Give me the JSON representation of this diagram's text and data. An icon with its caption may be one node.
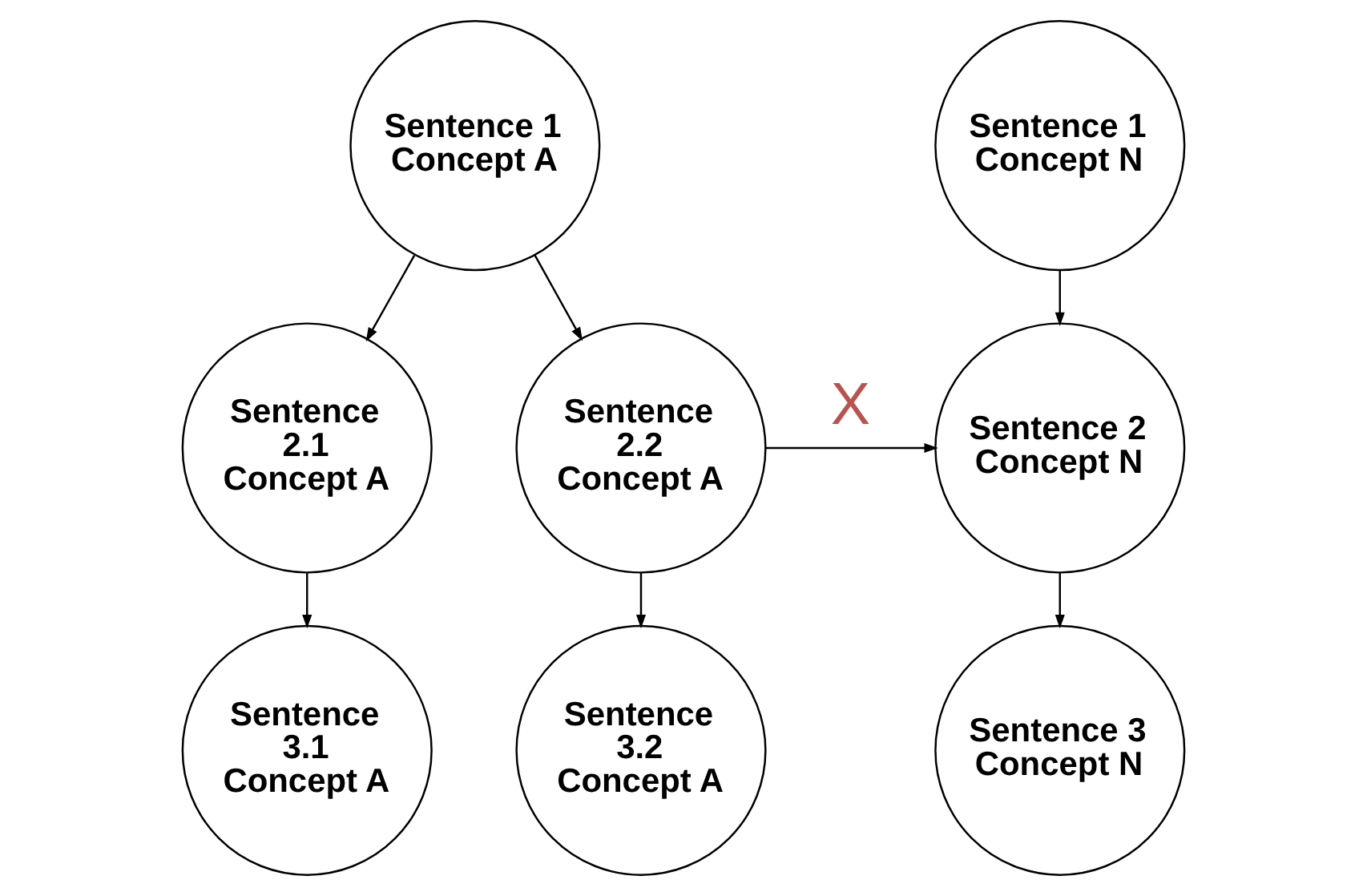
{
  "diagram": {
    "nodes": [
      {
        "text": [
          "Sentence 1 Concept A"
        ]
      },
      {
        "text": [
          "Sentence 2.1 Concept A"
        ]
      },
      {
        "text": [
          "Sentence 2.2 Concept A"
        ]
      },
      {
        "text": [
          "Sentence 3.1 Concept A"
        ]
      },
      {
        "text": [
          "Sentence 3.2 Concept A"
        ]
      },
      {
        "text": [
          "Sentence 1 Concept N"
        ]
      },
      {
        "text": [
          "Sentence 2 Concept N"
        ]
      },
      {
        "text": [
          "Sentence 3 Concept N"
        ]
      }
    ],
    "edges": [
      {
        "from": 0,
        "to": 1,
        "arrow": "to"
      },
      {
        "from": 0,
        "to": 2,
        "arrow": "to"
      },
      {
        "from": 1,
        "to": 3,
        "arrow": "to"
      },
      {
        "from": 2,
        "to": 4,
        "arrow": "to"
      },
      {
        "from": 2,
        "to": 6,
        "arrow": "to",
        "label": "X"
      },
      {
        "from": 5,
        "to": 6,
        "arrow": "to"
      },
      {
        "from": 6,
        "to": 7,
        "arrow": "to"
      }
    ]
  }
}
